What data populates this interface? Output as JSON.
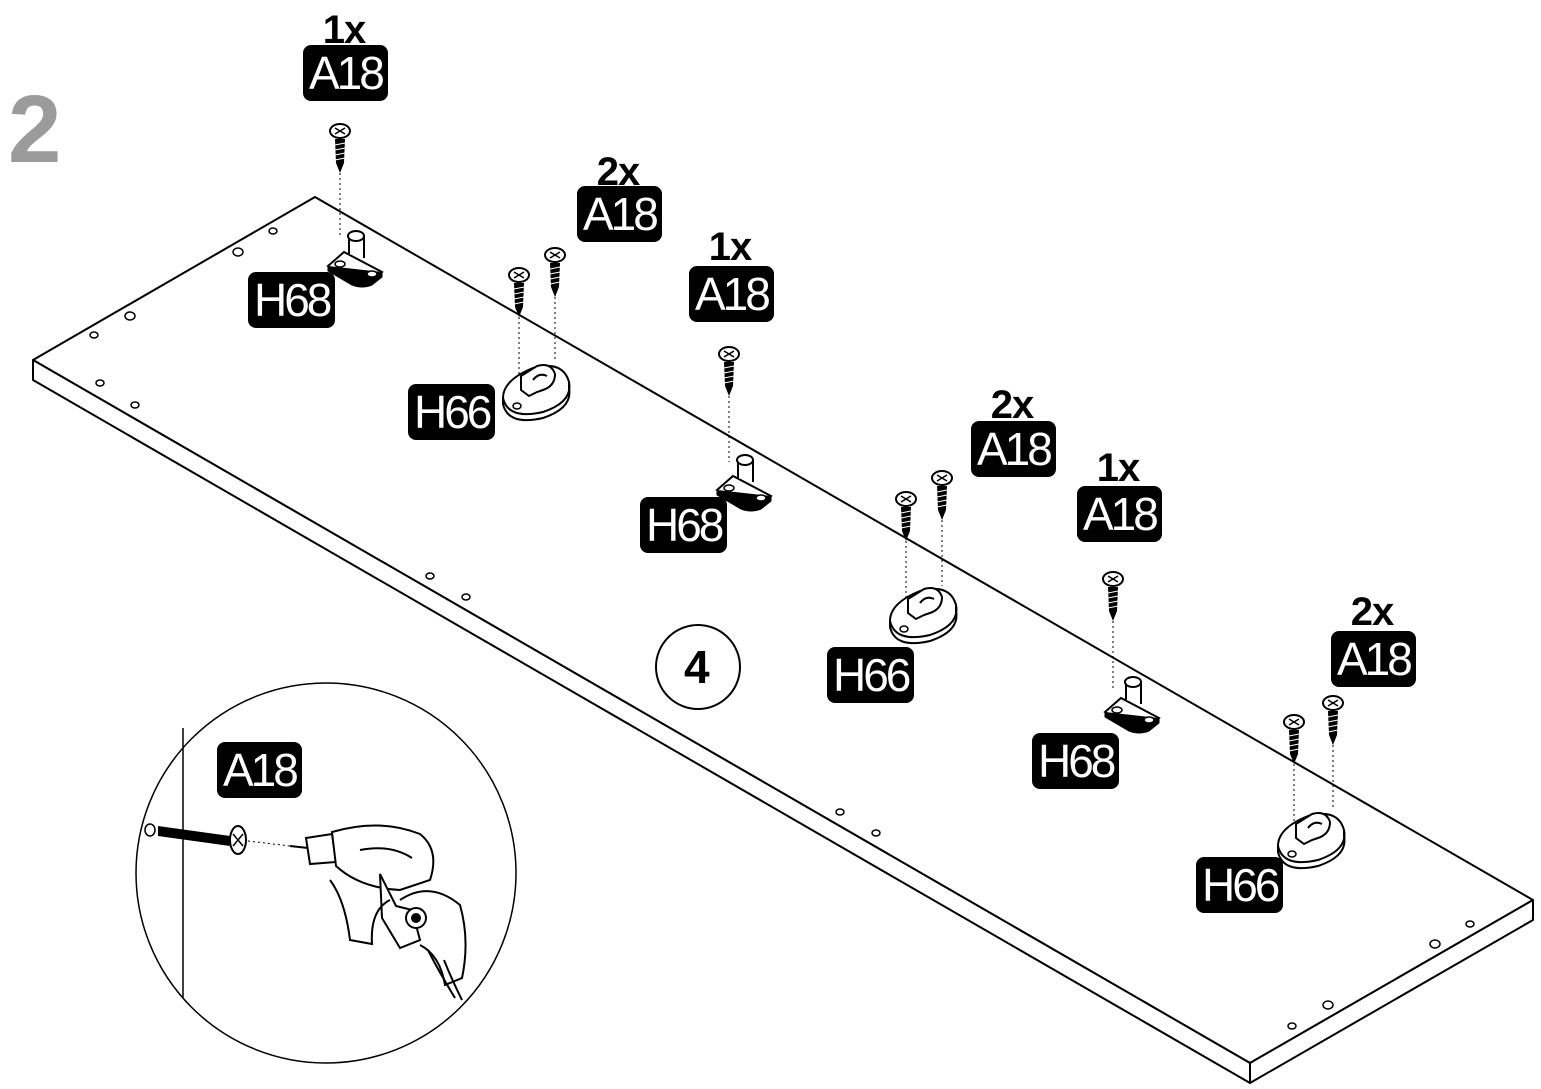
{
  "step": "2",
  "panel_number": "4",
  "callouts": [
    {
      "qty": "1x",
      "part": "A18"
    },
    {
      "qty": "2x",
      "part": "A18"
    },
    {
      "qty": "1x",
      "part": "A18"
    },
    {
      "qty": "2x",
      "part": "A18"
    },
    {
      "qty": "1x",
      "part": "A18"
    },
    {
      "qty": "2x",
      "part": "A18"
    }
  ],
  "parts": [
    "H68",
    "H66",
    "H68",
    "H66",
    "H68",
    "H66"
  ],
  "detail_label": "A18",
  "colors": {
    "ink": "#000000",
    "step_gray": "#9b9b9b",
    "background": "#ffffff"
  }
}
